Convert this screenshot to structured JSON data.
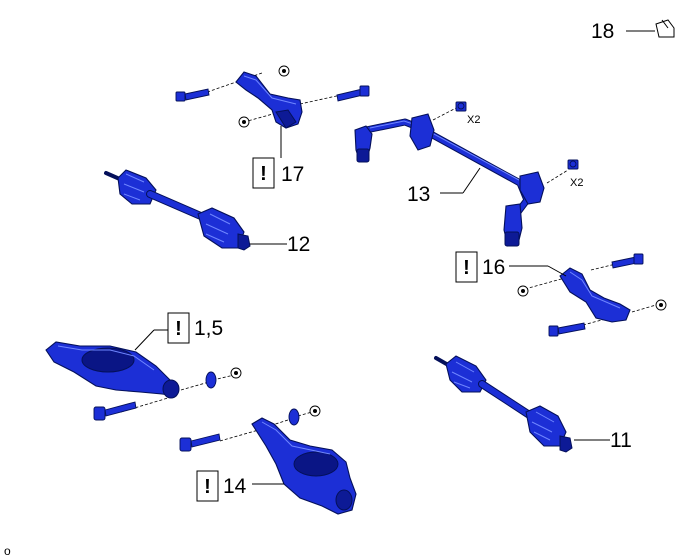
{
  "callouts": {
    "c18": "18",
    "c17": "17",
    "c13": "13",
    "c12": "12",
    "c16": "16",
    "c15": "1,5",
    "c11": "11",
    "c14": "14"
  },
  "quantities": {
    "q13a": "X2",
    "q13b": "X2"
  },
  "warning_symbol": "!",
  "footer_mark": "o",
  "icons": {
    "c18_icon": "grease-can-icon",
    "warning": "exclamation-box-icon"
  },
  "colors": {
    "part_fill": "#1c2fd6",
    "part_stroke": "#04105a"
  }
}
